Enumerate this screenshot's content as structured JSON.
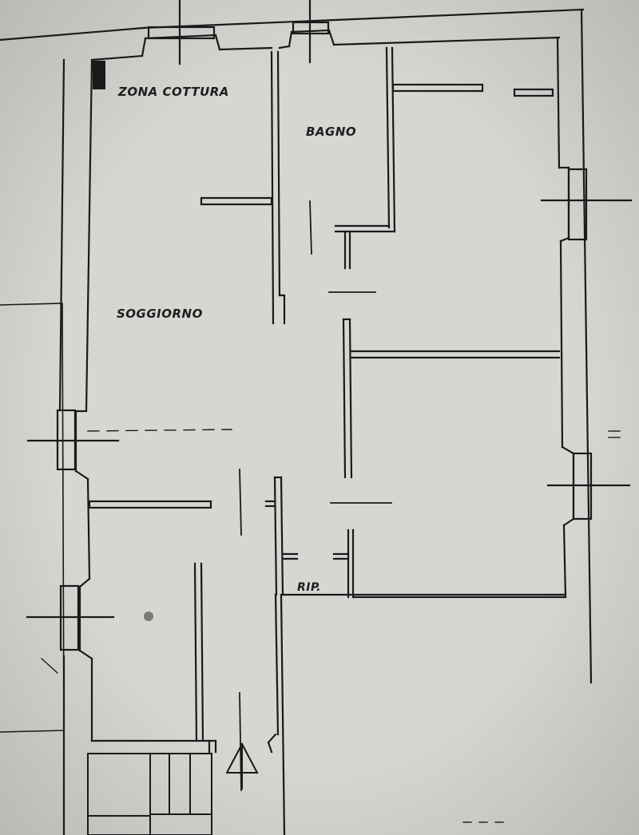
{
  "plan": {
    "paper_color": "#cfcfcc",
    "ink_color": "#1a1a1a",
    "room_labels": {
      "zona_cottura": "ZONA COTTURA",
      "bagno": "BAGNO",
      "soggiorno": "SOGGIORNO",
      "ripostiglio": "RIP."
    }
  }
}
